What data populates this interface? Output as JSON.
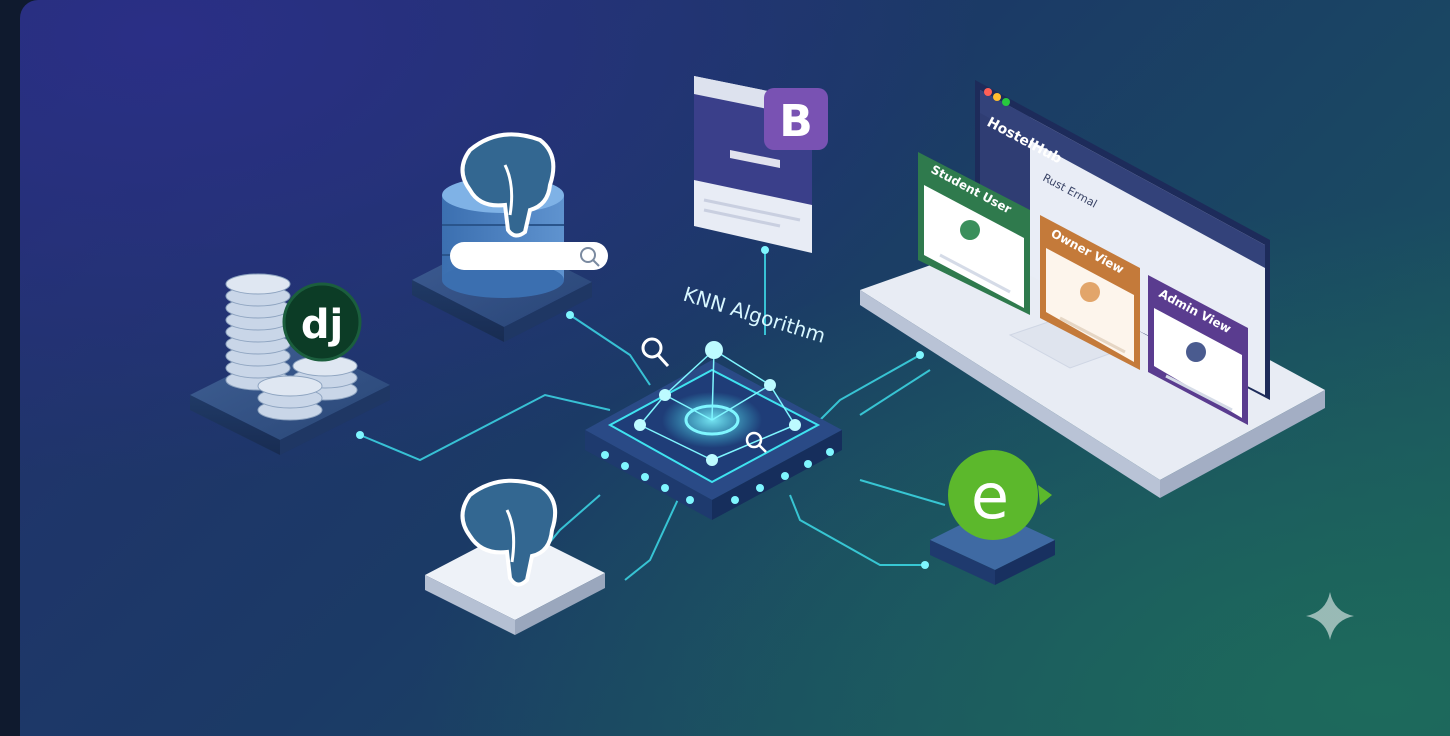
{
  "central_label": "KNN Algorithm",
  "dashboard": {
    "app_title": "HostelHub",
    "header_text": "Rust Ermal",
    "cards": [
      {
        "label": "Student User",
        "color": "#2f7a4d"
      },
      {
        "label": "Owner View",
        "color": "#c47a3a"
      },
      {
        "label": "Admin View",
        "color": "#5a3c8f"
      }
    ]
  },
  "icons": {
    "bootstrap": "B",
    "django": "dj",
    "ecommerce": "e"
  },
  "colors": {
    "accent_cyan": "#3fe3f0",
    "postgres_blue": "#336791",
    "bootstrap_purple": "#7952b3",
    "django_green": "#0c3c26",
    "ecommerce_green": "#5cb82c"
  }
}
